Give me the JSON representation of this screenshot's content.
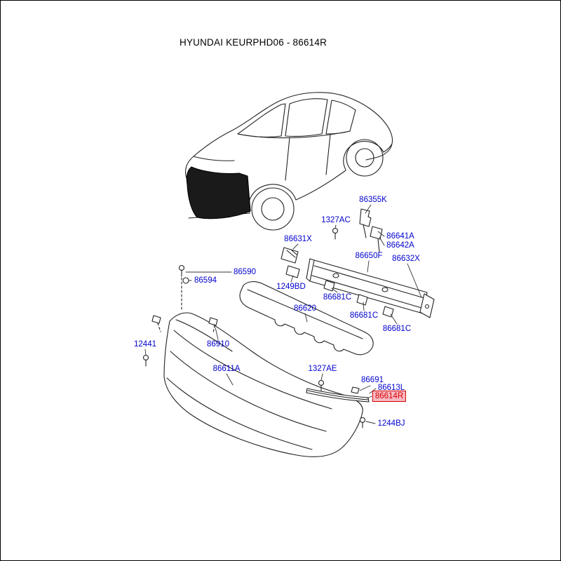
{
  "page": {
    "title": "HYUNDAI KEURPHD06 - 86614R",
    "highlighted_part": "86614R"
  },
  "colors": {
    "background": "#ffffff",
    "line_art": "#222222",
    "label_text": "#0000cc",
    "highlight_background": "#f8b9c3",
    "highlight_text": "#d40000",
    "highlight_border": "#d40000"
  },
  "labels": [
    {
      "text": "86355K"
    },
    {
      "text": "1327AC"
    },
    {
      "text": "86641A"
    },
    {
      "text": "86642A"
    },
    {
      "text": "86631X"
    },
    {
      "text": "86650F"
    },
    {
      "text": "86632X"
    },
    {
      "text": "86590"
    },
    {
      "text": "86594"
    },
    {
      "text": "1249BD"
    },
    {
      "text": "86681C"
    },
    {
      "text": "86620"
    },
    {
      "text": "86681C"
    },
    {
      "text": "86681C"
    },
    {
      "text": "12441"
    },
    {
      "text": "86910"
    },
    {
      "text": "86611A"
    },
    {
      "text": "1327AE"
    },
    {
      "text": "86691"
    },
    {
      "text": "86613L"
    },
    {
      "text": "86614R",
      "highlighted": true
    },
    {
      "text": "1244BJ"
    }
  ]
}
